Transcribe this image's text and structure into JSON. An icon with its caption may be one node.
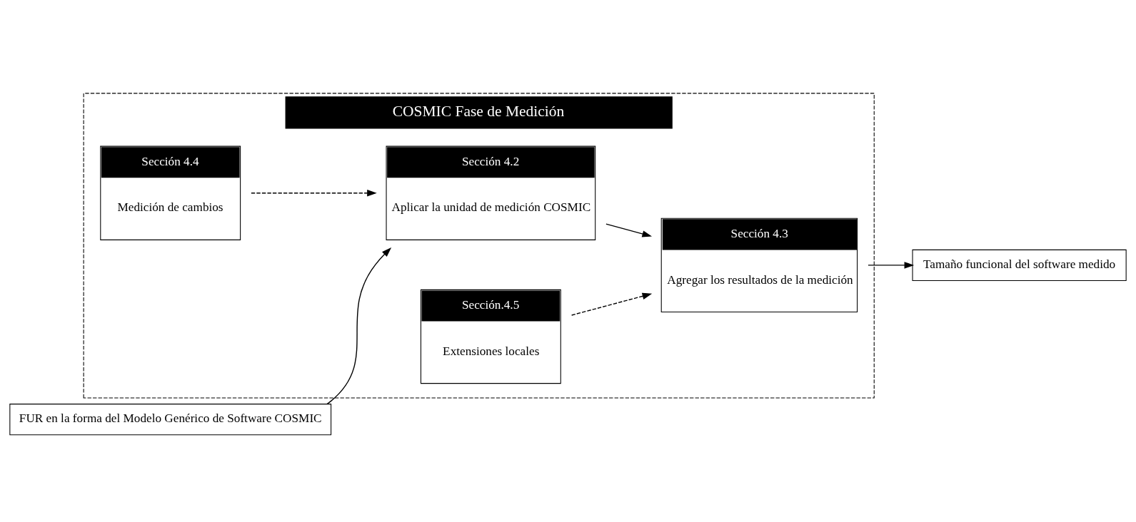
{
  "diagram": {
    "nodes": [
      {
        "text": [
          "COSMIC Fase de Medición"
        ]
      },
      {
        "text": [
          "FUR en la forma del Modelo Genérico de Software COSMIC"
        ]
      },
      {
        "text": [
          "Sección 4.2",
          "Aplicar la unidad de medición COSMIC"
        ],
        "in": 0
      },
      {
        "text": [
          "Sección 4.4",
          "Medición de cambios"
        ],
        "in": 0
      },
      {
        "text": [
          "Sección.4.5",
          "Extensiones locales"
        ],
        "in": 0
      },
      {
        "text": [
          "Sección 4.3",
          "Agregar los resultados de la medición"
        ],
        "in": 0
      },
      {
        "text": [
          "Tamaño funcional del software medido"
        ]
      }
    ],
    "edges": [
      {
        "from": 1,
        "to": 2,
        "arrow": "to"
      },
      {
        "from": 3,
        "to": 2,
        "arrow": "to",
        "style": "dashed"
      },
      {
        "from": 2,
        "to": 5,
        "arrow": "to"
      },
      {
        "from": 4,
        "to": 5,
        "arrow": "to",
        "style": "dashed"
      },
      {
        "from": 5,
        "to": 6,
        "arrow": "to"
      }
    ]
  }
}
